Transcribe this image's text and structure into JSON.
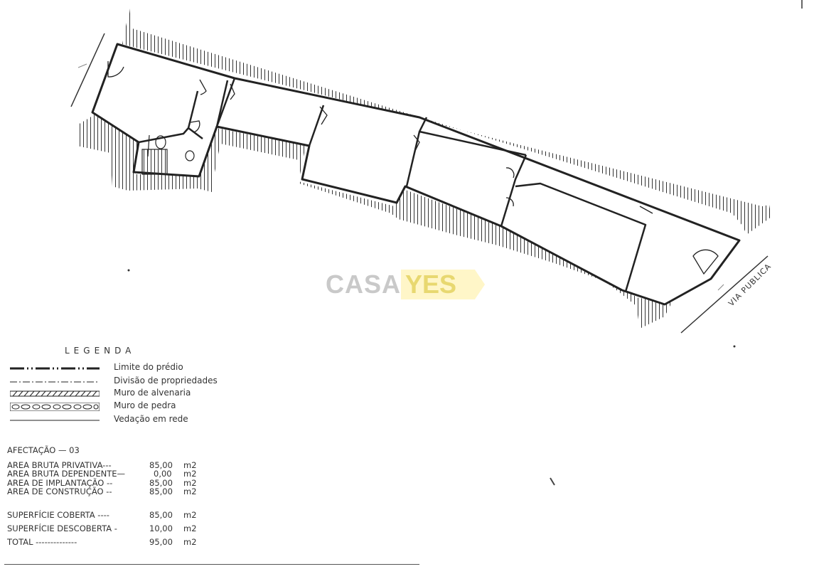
{
  "watermark": {
    "part1": "CASA",
    "part2": "YES"
  },
  "street": {
    "label": "VIA PUBLICA"
  },
  "legend": {
    "title": "LEGENDA",
    "items": [
      {
        "label": "Limite do prédio"
      },
      {
        "label": "Divisão de propriedades"
      },
      {
        "label": "Muro de alvenaria"
      },
      {
        "label": "Muro de pedra"
      },
      {
        "label": "Vedação em rede"
      }
    ]
  },
  "areas": {
    "afectacao": "AFECTAÇÃO — 03",
    "rows": [
      {
        "label": "AREA BRUTA PRIVATIVA---",
        "value": "85,00",
        "unit": "m2"
      },
      {
        "label": "AREA BRUTA DEPENDENTE—",
        "value": "0,00",
        "unit": "m2"
      },
      {
        "label": "AREA DE IMPLANTAÇÃO --",
        "value": "85,00",
        "unit": "m2"
      },
      {
        "label": "AREA DE CONSTRUÇÃO --",
        "value": "85,00",
        "unit": "m2"
      }
    ],
    "surfaces": [
      {
        "label": "SUPERFÍCIE COBERTA ----",
        "value": "85,00",
        "unit": "m2"
      },
      {
        "label": "SUPERFÍCIE DESCOBERTA -",
        "value": "10,00",
        "unit": "m2"
      },
      {
        "label": "TOTAL --------------",
        "value": "95,00",
        "unit": "m2"
      }
    ]
  }
}
